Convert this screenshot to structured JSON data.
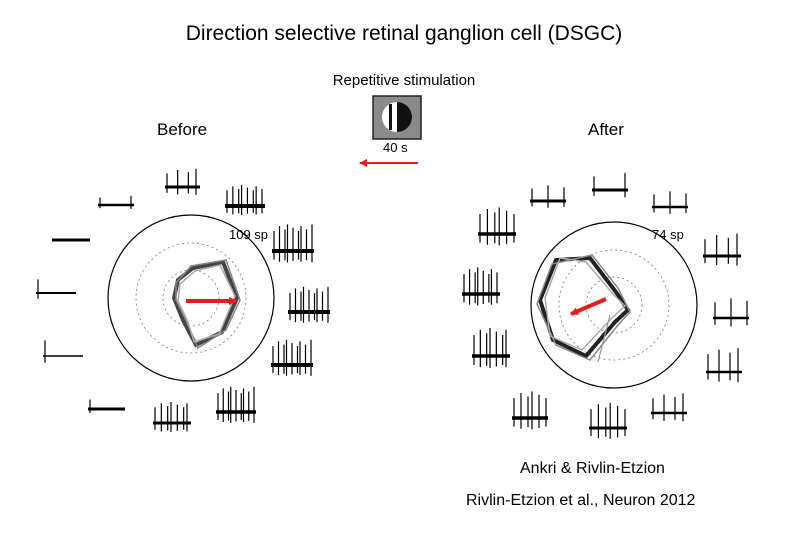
{
  "title": "Direction selective retinal ganglion cell (DSGC)",
  "stimulation": {
    "label": "Repetitive stimulation",
    "duration": "40 s"
  },
  "panels": [
    {
      "label": "Before",
      "max_label": "109 sp",
      "arrow_direction": "rightward"
    },
    {
      "label": "After",
      "max_label": "74 sp",
      "arrow_direction": "down-left"
    }
  ],
  "credits": [
    "Ankri & Rivlin-Etzion",
    "Rivlin-Etzion et al., Neuron 2012"
  ],
  "colors": {
    "arrow": "#e0201b",
    "trace": "#000000",
    "stimulus_frame": "#8a8a8a"
  }
}
